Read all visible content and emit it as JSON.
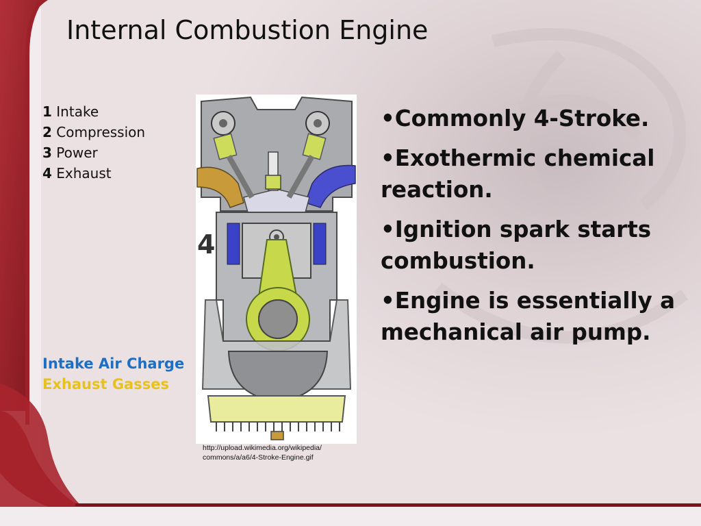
{
  "slide": {
    "title": "Internal Combustion Engine",
    "strokes": [
      {
        "number": "1",
        "label": "Intake"
      },
      {
        "number": "2",
        "label": "Compression"
      },
      {
        "number": "3",
        "label": "Power"
      },
      {
        "number": "4",
        "label": "Exhaust"
      }
    ],
    "legend": {
      "intake": "Intake Air Charge",
      "exhaust": "Exhaust Gasses"
    },
    "diagram": {
      "stroke_indicator": "4"
    },
    "source_line1": "http://upload.wikimedia.org/wikipedia/",
    "source_line2": "commons/a/a6/4-Stroke-Engine.gif",
    "bullets": [
      "•Commonly 4-Stroke.",
      "•Exothermic chemical reaction.",
      "•Ignition spark starts combustion.",
      "•Engine is essentially a mechanical air pump."
    ]
  },
  "colors": {
    "background": "#e8dcdf",
    "frame_red": "#8c1a22",
    "intake_blue": "#1c6fc4",
    "exhaust_yellow": "#e8c21c",
    "piston_green": "#c7d84a"
  }
}
